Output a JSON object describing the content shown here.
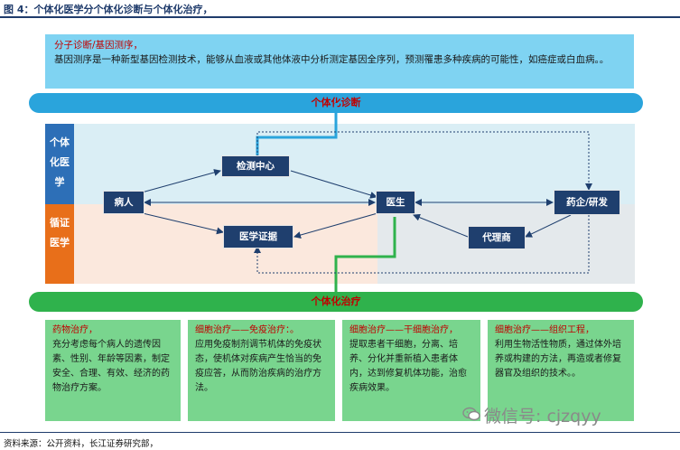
{
  "figure": {
    "title": "图 4：个体化医学分个体化诊断与个体化治疗，",
    "source": "资料来源：公开资料，长江证券研究部，"
  },
  "intro": {
    "heading": "分子诊断/基因测序，",
    "body": "基因测序是一种新型基因检测技术，能够从血液或其他体液中分析测定基因全序列，预测罹患多种疾病的可能性，如癌症或白血病。。"
  },
  "bands": {
    "diagnosis": "个体化诊断",
    "treatment": "个体化治疗"
  },
  "side_labels": {
    "personalized": "个体化医学",
    "evidence": "循证医学"
  },
  "nodes": {
    "patient": "病人",
    "testing_center": "检测中心",
    "doctor": "医生",
    "pharma": "药企/研发",
    "evidence": "医学证据",
    "agent": "代理商"
  },
  "cards": [
    {
      "heading": "药物治疗，",
      "body": "充分考虑每个病人的遗传因素、性别、年龄等因素，制定安全、合理、有效、经济的药物治疗方案。"
    },
    {
      "heading": "细胞治疗——免疫治疗：。",
      "body": "应用免疫制剂调节机体的免疫状态，使机体对疾病产生恰当的免疫应答，从而防治疾病的治疗方法。"
    },
    {
      "heading": "细胞治疗——干细胞治疗，",
      "body": "提取患者干细胞，分离、培养、分化并重新植入患者体内，达到修复机体功能，治愈疾病效果。"
    },
    {
      "heading": "细胞治疗——组织工程，",
      "body": "利用生物活性物质，通过体外培养或构建的方法，再造或者修复器官及组织的技术。。"
    }
  ],
  "watermark": "微信号: cjzqyy",
  "colors": {
    "navy": "#1f3f6e",
    "red": "#c00000",
    "blue_band": "#2aa4dc",
    "green_band": "#2fb24c",
    "card_green": "#79d58e",
    "intro_blue": "#7fd3f2"
  }
}
